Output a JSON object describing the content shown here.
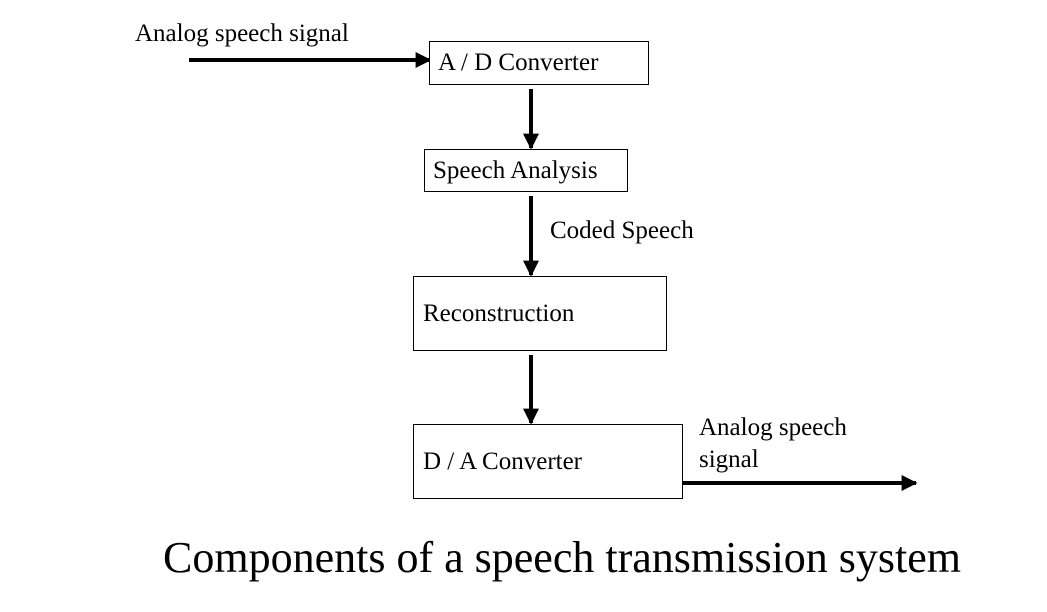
{
  "diagram": {
    "input_label": "Analog speech signal",
    "boxes": {
      "ad_converter": "A / D Converter",
      "speech_analysis": "Speech Analysis",
      "reconstruction": "Reconstruction",
      "da_converter": "D / A Converter"
    },
    "coded_label": "Coded Speech",
    "output_label_line1": "Analog speech",
    "output_label_line2": "signal",
    "caption": "Components of a speech transmission system",
    "line_color": "#000000"
  }
}
